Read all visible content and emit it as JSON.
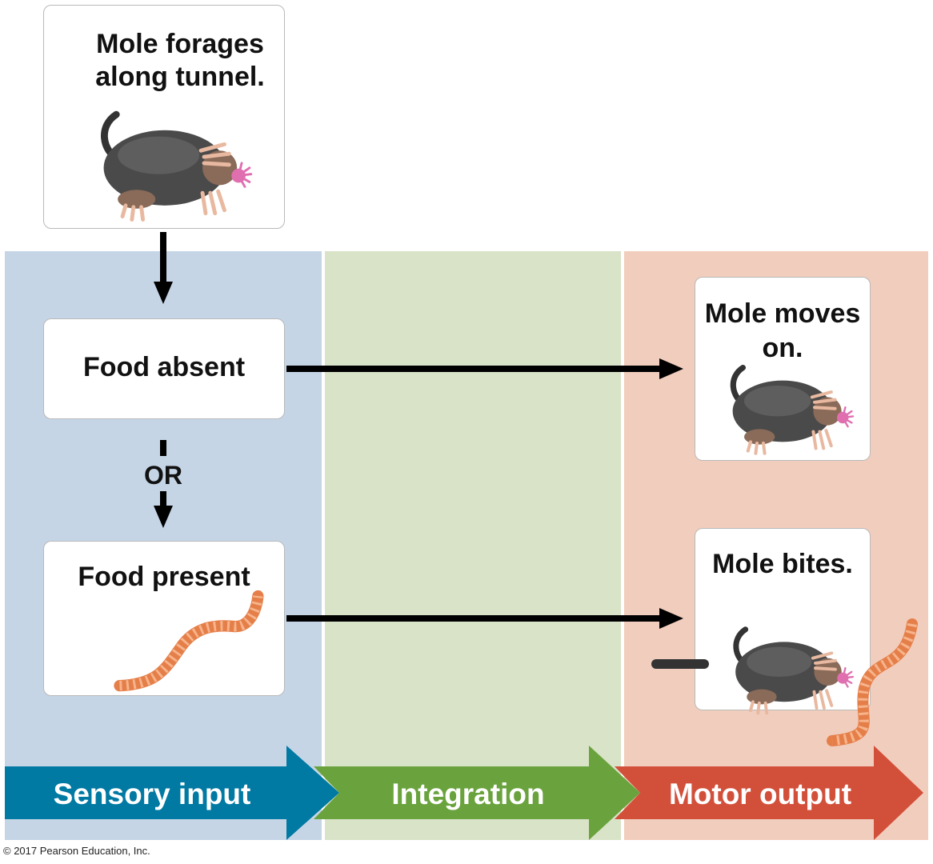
{
  "steps": {
    "start": "Mole forages along tunnel.",
    "food_absent": "Food absent",
    "or": "OR",
    "food_present": "Food present",
    "mole_moves_on": "Mole moves on.",
    "mole_bites": "Mole bites."
  },
  "stages": {
    "sensory": "Sensory input",
    "integration": "Integration",
    "motor": "Motor output"
  },
  "colors": {
    "sensory_panel": "#c5d5e6",
    "integration_panel": "#d8e3c8",
    "motor_panel": "#f1cdbd",
    "sensory_arrow": "#0079a3",
    "integration_arrow": "#6aa33d",
    "motor_arrow": "#d2503a"
  },
  "icons": [
    "mole-icon",
    "earthworm-icon"
  ],
  "copyright": "© 2017 Pearson Education, Inc."
}
